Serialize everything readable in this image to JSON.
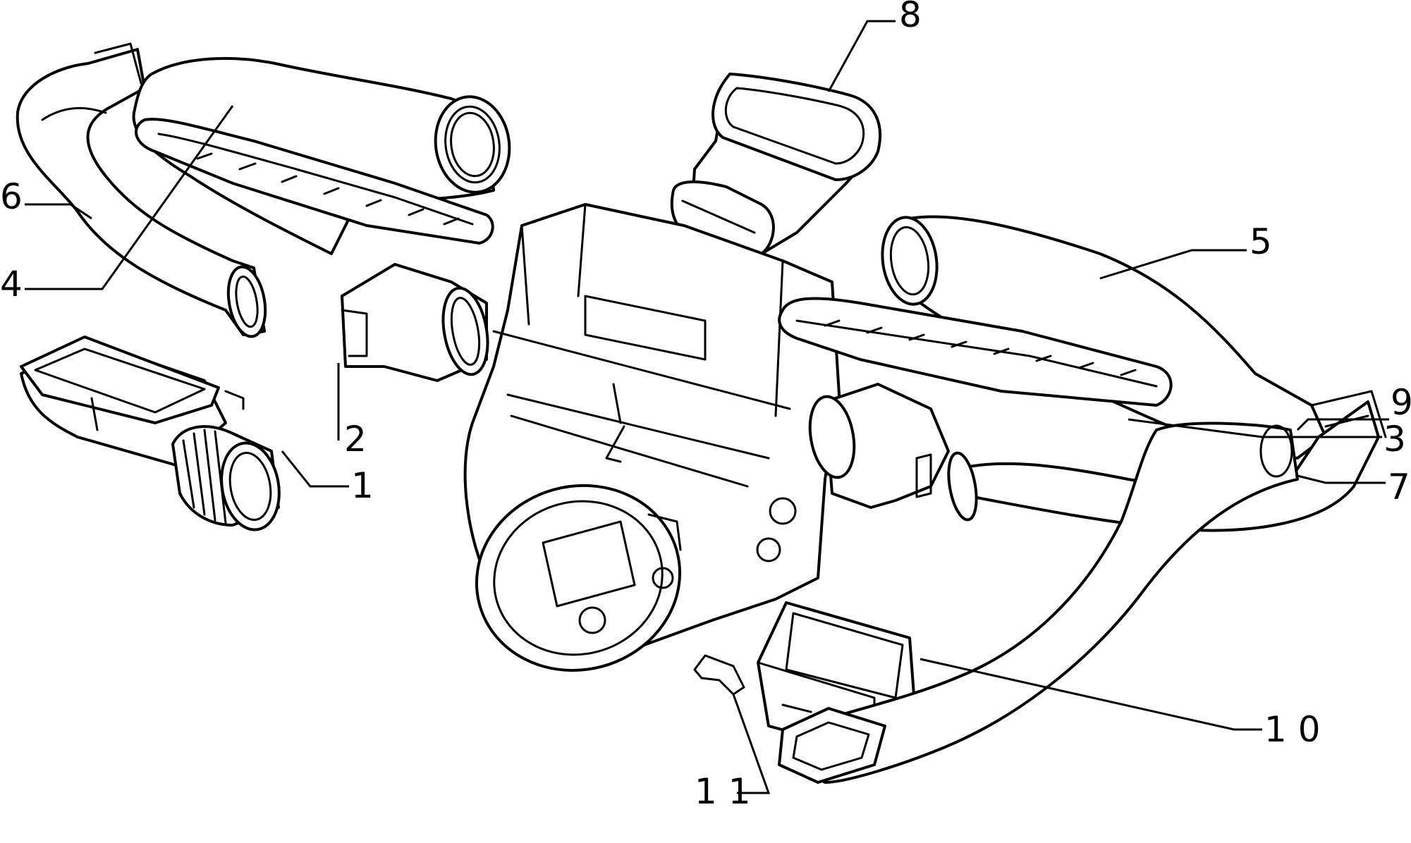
{
  "callouts": [
    {
      "id": "1",
      "text": "1"
    },
    {
      "id": "2",
      "text": "2"
    },
    {
      "id": "3",
      "text": "3"
    },
    {
      "id": "4",
      "text": "4"
    },
    {
      "id": "5",
      "text": "5"
    },
    {
      "id": "6",
      "text": "6"
    },
    {
      "id": "7",
      "text": "7"
    },
    {
      "id": "8",
      "text": "8"
    },
    {
      "id": "9",
      "text": "9"
    },
    {
      "id": "10",
      "text": "1 0"
    },
    {
      "id": "11",
      "text": "1 1"
    }
  ],
  "style": {
    "line_color": "#000000",
    "background": "#ffffff"
  }
}
